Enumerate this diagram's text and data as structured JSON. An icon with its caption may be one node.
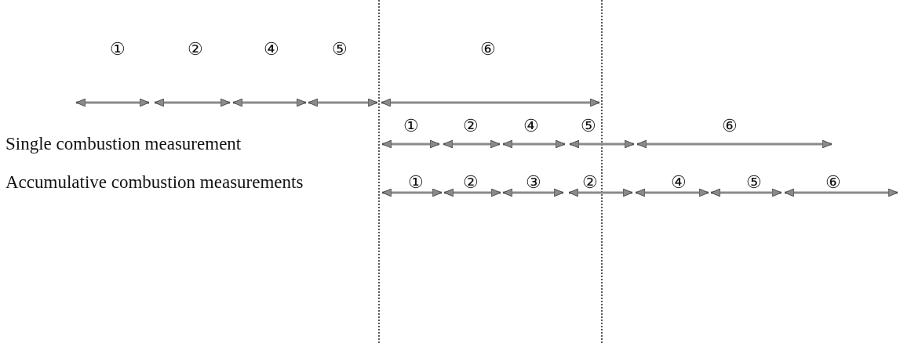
{
  "diagram": {
    "labels": [
      "①",
      "②",
      "④",
      "⑤",
      "⑥",
      "①",
      "②",
      "④",
      "⑤",
      "⑥",
      "Single combustion measurement",
      "Accumulative combustion measurements",
      "①",
      "②",
      "③",
      "②",
      "④",
      "⑤",
      "⑥"
    ]
  }
}
